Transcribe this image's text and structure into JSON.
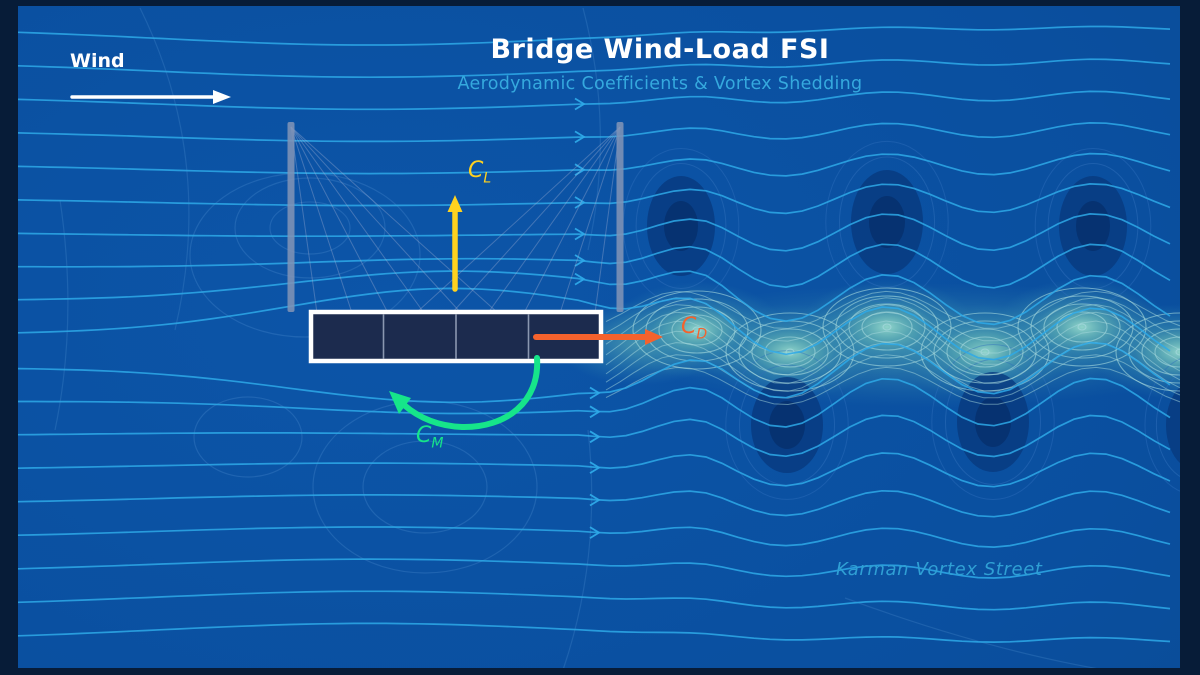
{
  "header": {
    "title": "Bridge Wind-Load FSI",
    "subtitle": "Aerodynamic Coefficients & Vortex Shedding"
  },
  "wind": {
    "label": "Wind"
  },
  "coefficients": {
    "lift": {
      "symbol": "C",
      "subscript": "L"
    },
    "drag": {
      "symbol": "C",
      "subscript": "D"
    },
    "moment": {
      "symbol": "C",
      "subscript": "M"
    }
  },
  "annotations": {
    "wake_label": "Karman Vortex Street"
  },
  "diagram": {
    "deck": {
      "segments": 4
    },
    "pylons": 2
  },
  "colors": {
    "frame": "#071c38",
    "background": "#0b52a4",
    "streamline": "#2ea9e8",
    "wake_teal": "#5fb0b4",
    "wake_core": "#93d6cc",
    "wake_contour": "#a7dade",
    "vortex_dark": "#083a7e",
    "vortex_ring": "#2f6fbc",
    "upstream_contour": "#4e8fd2",
    "lift": "#ffd21f",
    "drag": "#f4622d",
    "moment": "#16e58a",
    "deck_fill": "#1c2b4e",
    "deck_border": "#ffffff",
    "deck_divider": "#96a3bb",
    "pylon": "#8093b6",
    "cable": "#a9b4d6",
    "title": "#ffffff",
    "subtitle": "#35a9de",
    "annotation": "#2f9fd4",
    "wind": "#ffffff"
  }
}
